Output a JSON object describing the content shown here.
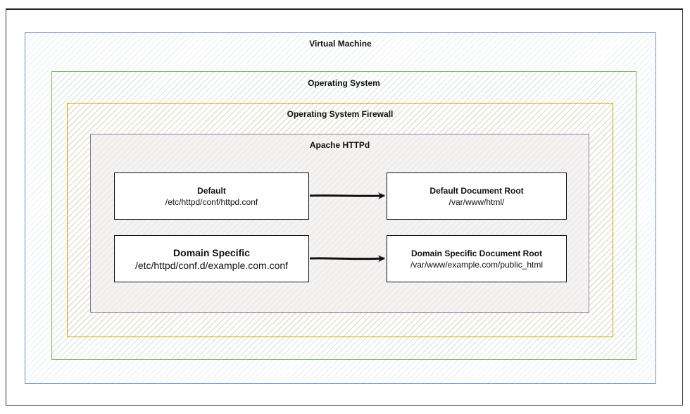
{
  "colors": {
    "virtual_machine_border": "#6c8ebf",
    "operating_system_border": "#82b366",
    "firewall_border": "#d79b00",
    "apache_border": "#9673a6",
    "node_border": "#111111"
  },
  "layers": {
    "virtual_machine": "Virtual Machine",
    "operating_system": "Operating System",
    "firewall": "Operating System Firewall",
    "apache": "Apache HTTPd"
  },
  "nodes": {
    "default_config": {
      "title": "Default",
      "path": "/etc/httpd/conf/httpd.conf"
    },
    "default_root": {
      "title": "Default Document Root",
      "path": "/var/www/html/"
    },
    "domain_config": {
      "title": "Domain Specific",
      "path": "/etc/httpd/conf.d/example.com.conf"
    },
    "domain_root": {
      "title": "Domain Specific Document Root",
      "path": "/var/www/example.com/public_html"
    }
  },
  "edges": [
    {
      "from": "default_config",
      "to": "default_root"
    },
    {
      "from": "domain_config",
      "to": "domain_root"
    }
  ]
}
